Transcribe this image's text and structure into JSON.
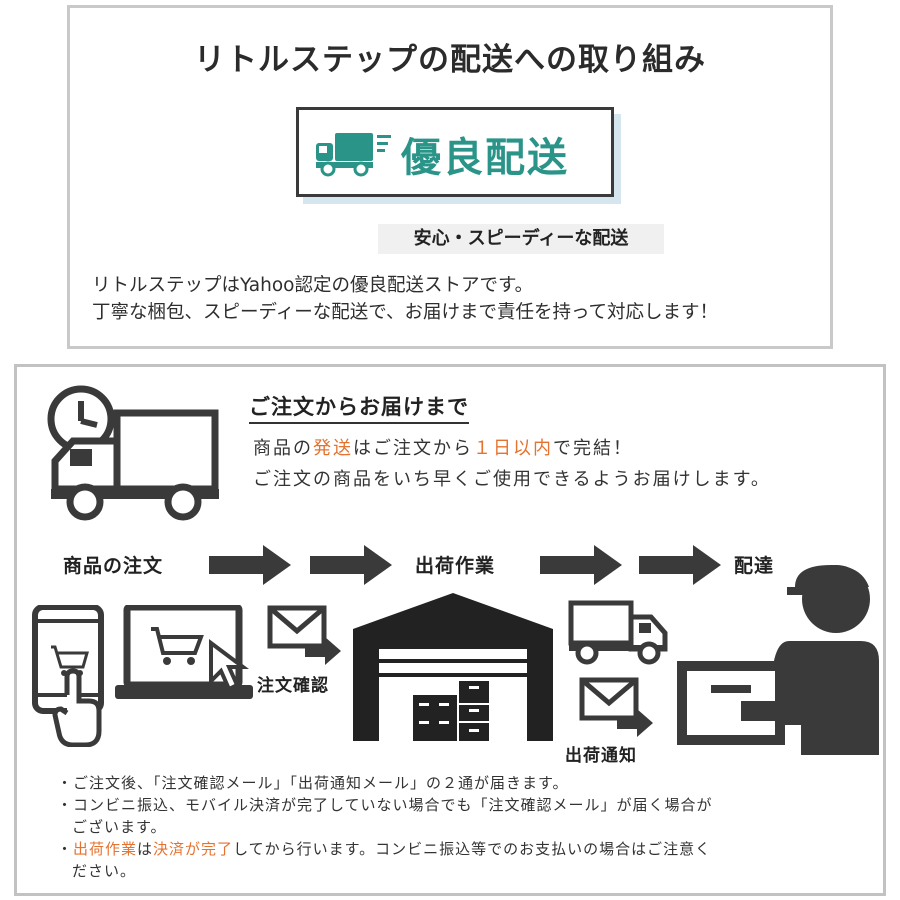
{
  "top": {
    "title": "リトルステップの配送への取り組み",
    "badge_text": "優良配送",
    "badge_sub": "安心・スピーディーな配送",
    "desc_line1": "リトルステップはYahoo認定の優良配送ストアです。",
    "desc_line2": "丁寧な梱包、スピーディーな配送で、お届けまで責任を持って対応します！"
  },
  "bottom": {
    "heading": "ご注文からお届けまで",
    "line1_a": "商品の",
    "line1_b": "発送",
    "line1_c": "はご注文から",
    "line1_d": "１日以内",
    "line1_e": "で完結！",
    "line2": "ご注文の商品をいち早くご使用できるようお届けします。",
    "steps": {
      "order": "商品の注文",
      "shipping_work": "出荷作業",
      "delivery": "配達"
    },
    "order_confirm": "注文確認",
    "ship_notice": "出荷通知",
    "notes": {
      "n1": "・ご注文後、「注文確認メール」「出荷通知メール」の２通が届きます。",
      "n2": "・コンビニ振込、モバイル決済が完了していない場合でも「注文確認メール」が届く場合が",
      "n2b": "ございます。",
      "n3_bullet": "・",
      "n3_a": "出荷作業",
      "n3_b": "は",
      "n3_c": "決済が完了",
      "n3_d": "してから行います。コンビニ振込等でのお支払いの場合はご注意く",
      "n3e": "ださい。"
    }
  },
  "colors": {
    "teal": "#2a9489",
    "orange": "#e5722f",
    "dark": "#3a3a3a"
  }
}
